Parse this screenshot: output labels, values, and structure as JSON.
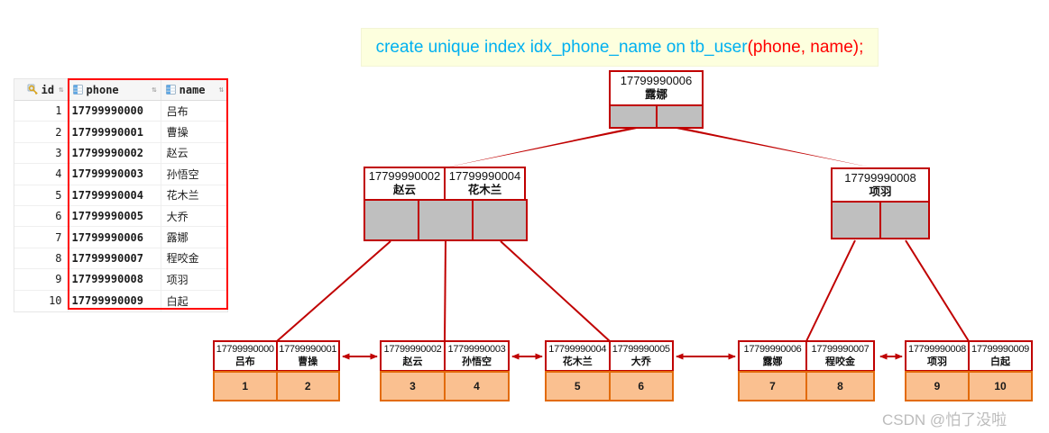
{
  "sql": {
    "part_cyan": "create unique index idx_phone_name on tb_user",
    "part_red": "(phone, name);"
  },
  "table": {
    "headers": [
      {
        "label": "id",
        "sort_glyph": "⇅"
      },
      {
        "label": "phone",
        "sort_glyph": "⇅"
      },
      {
        "label": "name",
        "sort_glyph": "⇅"
      }
    ],
    "rows": [
      {
        "id": "1",
        "phone": "17799990000",
        "name": "吕布"
      },
      {
        "id": "2",
        "phone": "17799990001",
        "name": "曹操"
      },
      {
        "id": "3",
        "phone": "17799990002",
        "name": "赵云"
      },
      {
        "id": "4",
        "phone": "17799990003",
        "name": "孙悟空"
      },
      {
        "id": "5",
        "phone": "17799990004",
        "name": "花木兰"
      },
      {
        "id": "6",
        "phone": "17799990005",
        "name": "大乔"
      },
      {
        "id": "7",
        "phone": "17799990006",
        "name": "露娜"
      },
      {
        "id": "8",
        "phone": "17799990007",
        "name": "程咬金"
      },
      {
        "id": "9",
        "phone": "17799990008",
        "name": "项羽"
      },
      {
        "id": "10",
        "phone": "17799990009",
        "name": "白起"
      }
    ]
  },
  "tree": {
    "root": {
      "phone": "17799990006",
      "name": "露娜"
    },
    "internal_left": {
      "keys": [
        {
          "phone": "17799990002",
          "name": "赵云"
        },
        {
          "phone": "17799990004",
          "name": "花木兰"
        }
      ]
    },
    "internal_right": {
      "keys": [
        {
          "phone": "17799990008",
          "name": "项羽"
        }
      ]
    },
    "leaves": [
      {
        "entries": [
          {
            "phone": "17799990000",
            "name": "吕布",
            "id": "1"
          },
          {
            "phone": "17799990001",
            "name": "曹操",
            "id": "2"
          }
        ]
      },
      {
        "entries": [
          {
            "phone": "17799990002",
            "name": "赵云",
            "id": "3"
          },
          {
            "phone": "17799990003",
            "name": "孙悟空",
            "id": "4"
          }
        ]
      },
      {
        "entries": [
          {
            "phone": "17799990004",
            "name": "花木兰",
            "id": "5"
          },
          {
            "phone": "17799990005",
            "name": "大乔",
            "id": "6"
          }
        ]
      },
      {
        "entries": [
          {
            "phone": "17799990006",
            "name": "露娜",
            "id": "7"
          },
          {
            "phone": "17799990007",
            "name": "程咬金",
            "id": "8"
          }
        ]
      },
      {
        "entries": [
          {
            "phone": "17799990008",
            "name": "项羽",
            "id": "9"
          },
          {
            "phone": "17799990009",
            "name": "白起",
            "id": "10"
          }
        ]
      }
    ]
  },
  "watermark": {
    "text": "CSDN @怕了没啦"
  },
  "colors": {
    "tree_border_red": "#C00000",
    "highlight_red": "#FF0000",
    "pointer_gray": "#BFBFBF",
    "leaf_fill_orange": "#FAC090",
    "leaf_border_orange": "#E26B0A",
    "sql_cyan": "#00B0F0",
    "sql_background": "#FDFFDE",
    "watermark_gray": "#BCBCBC"
  }
}
